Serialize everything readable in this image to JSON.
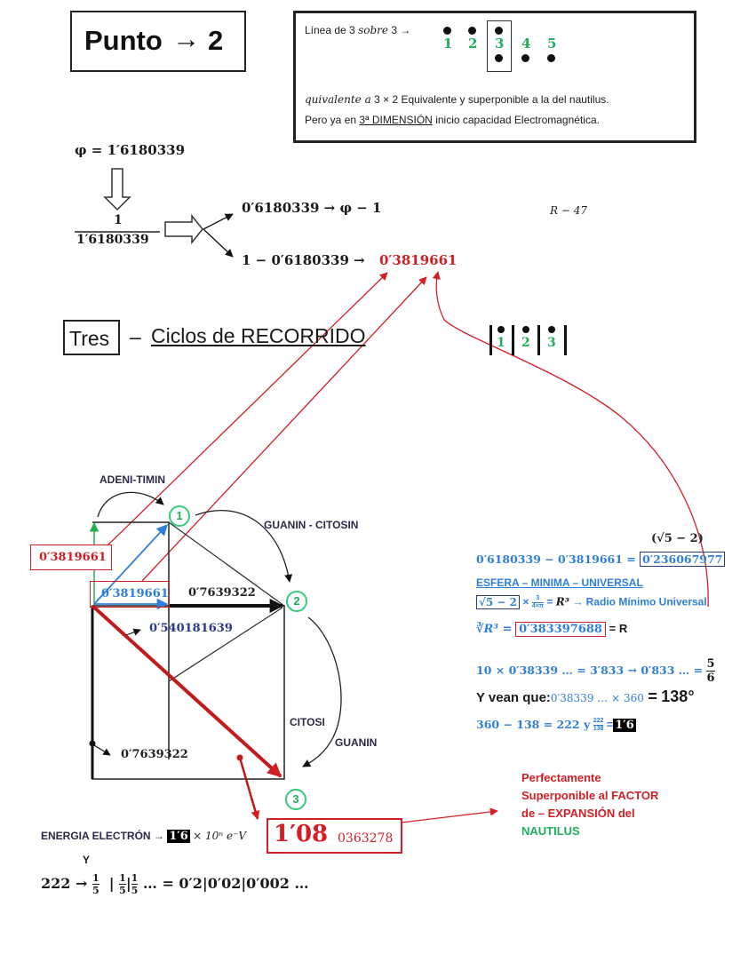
{
  "header": {
    "title": "Punto",
    "title_arrow": "→",
    "title_number": "2"
  },
  "note_box": {
    "line1_prefix": "Línea de 3",
    "line1_italic": "sobre",
    "line1_suffix": "3 →",
    "numbers": [
      "1",
      "2",
      "3",
      "4",
      "5"
    ],
    "line2_italic": "quivalente a",
    "line2_rest": "3 × 2 Equivalente y superponible a la del nautilus.",
    "line3_prefix": "Pero ya en",
    "line3_underlined": "3ª DIMENSIÓN",
    "line3_suffix": " inicio capacidad Electromagnética."
  },
  "phi_section": {
    "phi_eq": "φ = 1′6180339",
    "fraction_num": "1",
    "fraction_den": "1′6180339",
    "branch1": "0′6180339 → φ − 1",
    "branch2_prefix": "1 − 0′6180339 →",
    "branch2_result": "0′3819661",
    "r_label": "R − 47"
  },
  "section_title": {
    "boxed": "Tres",
    "dash": "–",
    "underlined": "Ciclos de RECORRIDO",
    "matrix_numbers": [
      "1",
      "2",
      "3"
    ]
  },
  "diagram": {
    "label_adeni": "ADENI-TIMIN",
    "label_guanin_citosin": "GUANIN - CITOSIN",
    "label_citosi": "CITOSI",
    "label_guanin": "GUANIN",
    "node1": "1",
    "node2": "2",
    "node3": "3",
    "red_box_value": "0′3819661",
    "blue_value": "0′3819661",
    "top_value": "0′7639322",
    "diag_value": "0′540181639",
    "left_value": "0′7639322"
  },
  "right_panel": {
    "sqrt_label": "(√5 − 2)",
    "eq1_prefix": "0′6180339 − 0′3819661 =",
    "eq1_boxed": "0′236067977",
    "esfera": "ESFERA – MINIMA – UNIVERSAL",
    "eq2_boxed": "√5 − 2",
    "eq2_mid": "×",
    "eq2_frac_num": "3",
    "eq2_frac_den": "4×π",
    "eq2_eq": "=",
    "eq2_r3": "R³",
    "eq2_suffix": "→ Radio Mínimo Universal",
    "eq3_prefix": "∛R³ =",
    "eq3_boxed": "0′383397688",
    "eq3_suffix": "= R",
    "eq4": "10 × 0′38339 … = 3′833 → 0′833 … =",
    "eq4_frac_num": "5",
    "eq4_frac_den": "6",
    "eq5_bold": "Y vean que:",
    "eq5_mid": "0′38339 … × 360",
    "eq5_eq": "=",
    "eq5_result": "138°",
    "eq6_prefix": "360 − 138 = 222 y",
    "eq6_frac_num": "222",
    "eq6_frac_den": "138",
    "eq6_eq": "=",
    "eq6_highlight": "1′6"
  },
  "red_note": {
    "line1": "Perfectamente",
    "line2": "Superponible al FACTOR",
    "line3": "de – EXPANSIÓN del",
    "line4": "NAUTILUS"
  },
  "bottom": {
    "energia_label": "ENERGIA ELECTRÓN →",
    "energia_highlight": "1′6",
    "energia_suffix": "× 10ⁿ e⁻V",
    "big_value_main": "1′08",
    "big_value_small": "0363278",
    "y_label": "Y",
    "series_prefix": "222 →",
    "frac_num": "1",
    "frac_den": "5",
    "series_suffix": "… = 0′2|0′02|0′002 …"
  },
  "colors": {
    "red": "#d21e25",
    "blue": "#2f7fd6",
    "navy": "#2a3a7a",
    "green": "#1fae5a"
  }
}
